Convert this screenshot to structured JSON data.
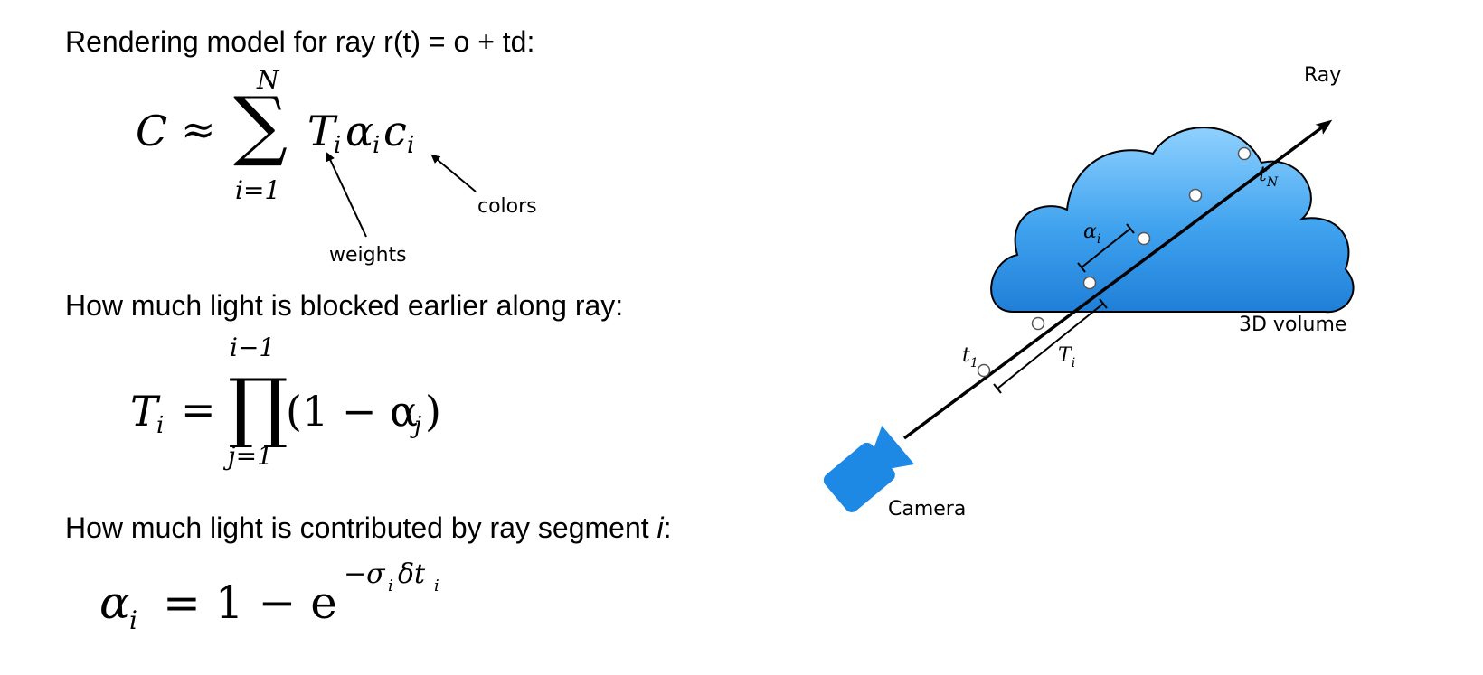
{
  "headings": {
    "rendering_model": "Rendering model for ray r(t) = o + td:",
    "blocked": "How much light is blocked earlier along ray:",
    "contributed_prefix": "How much light is contributed by ray segment ",
    "contributed_var": "i",
    "contributed_suffix": ":"
  },
  "eq1": {
    "lhs": "C",
    "op": "≈",
    "sum_symbol": "∑",
    "upper": "N",
    "lower": "i=1",
    "term_T": "T",
    "term_alpha": "α",
    "term_c": "c",
    "sub_i": "i"
  },
  "eq2": {
    "lhs": "T",
    "lhs_sub": "i",
    "op": "=",
    "prod_symbol": "∏",
    "upper": "i−1",
    "lower": "j=1",
    "body": "(1 − α",
    "body_sub": "j",
    "close": ")"
  },
  "eq3": {
    "lhs": "α",
    "lhs_sub": "i",
    "rhs": "= 1 − e",
    "exponent": "−σ",
    "exp_sub1": "i",
    "exp_mid": "δt",
    "exp_sub2": "i"
  },
  "annotations": {
    "weights": "weights",
    "colors": "colors"
  },
  "diagram": {
    "ray_label": "Ray",
    "volume_label": "3D volume",
    "camera_label": "Camera",
    "t1": "t",
    "t1_sub": "1",
    "tN": "t",
    "tN_sub": "N",
    "alpha": "α",
    "alpha_sub": "i",
    "T": "T",
    "T_sub": "i",
    "cloud_color": "#3a9be8",
    "camera_color": "#1e88e5"
  }
}
